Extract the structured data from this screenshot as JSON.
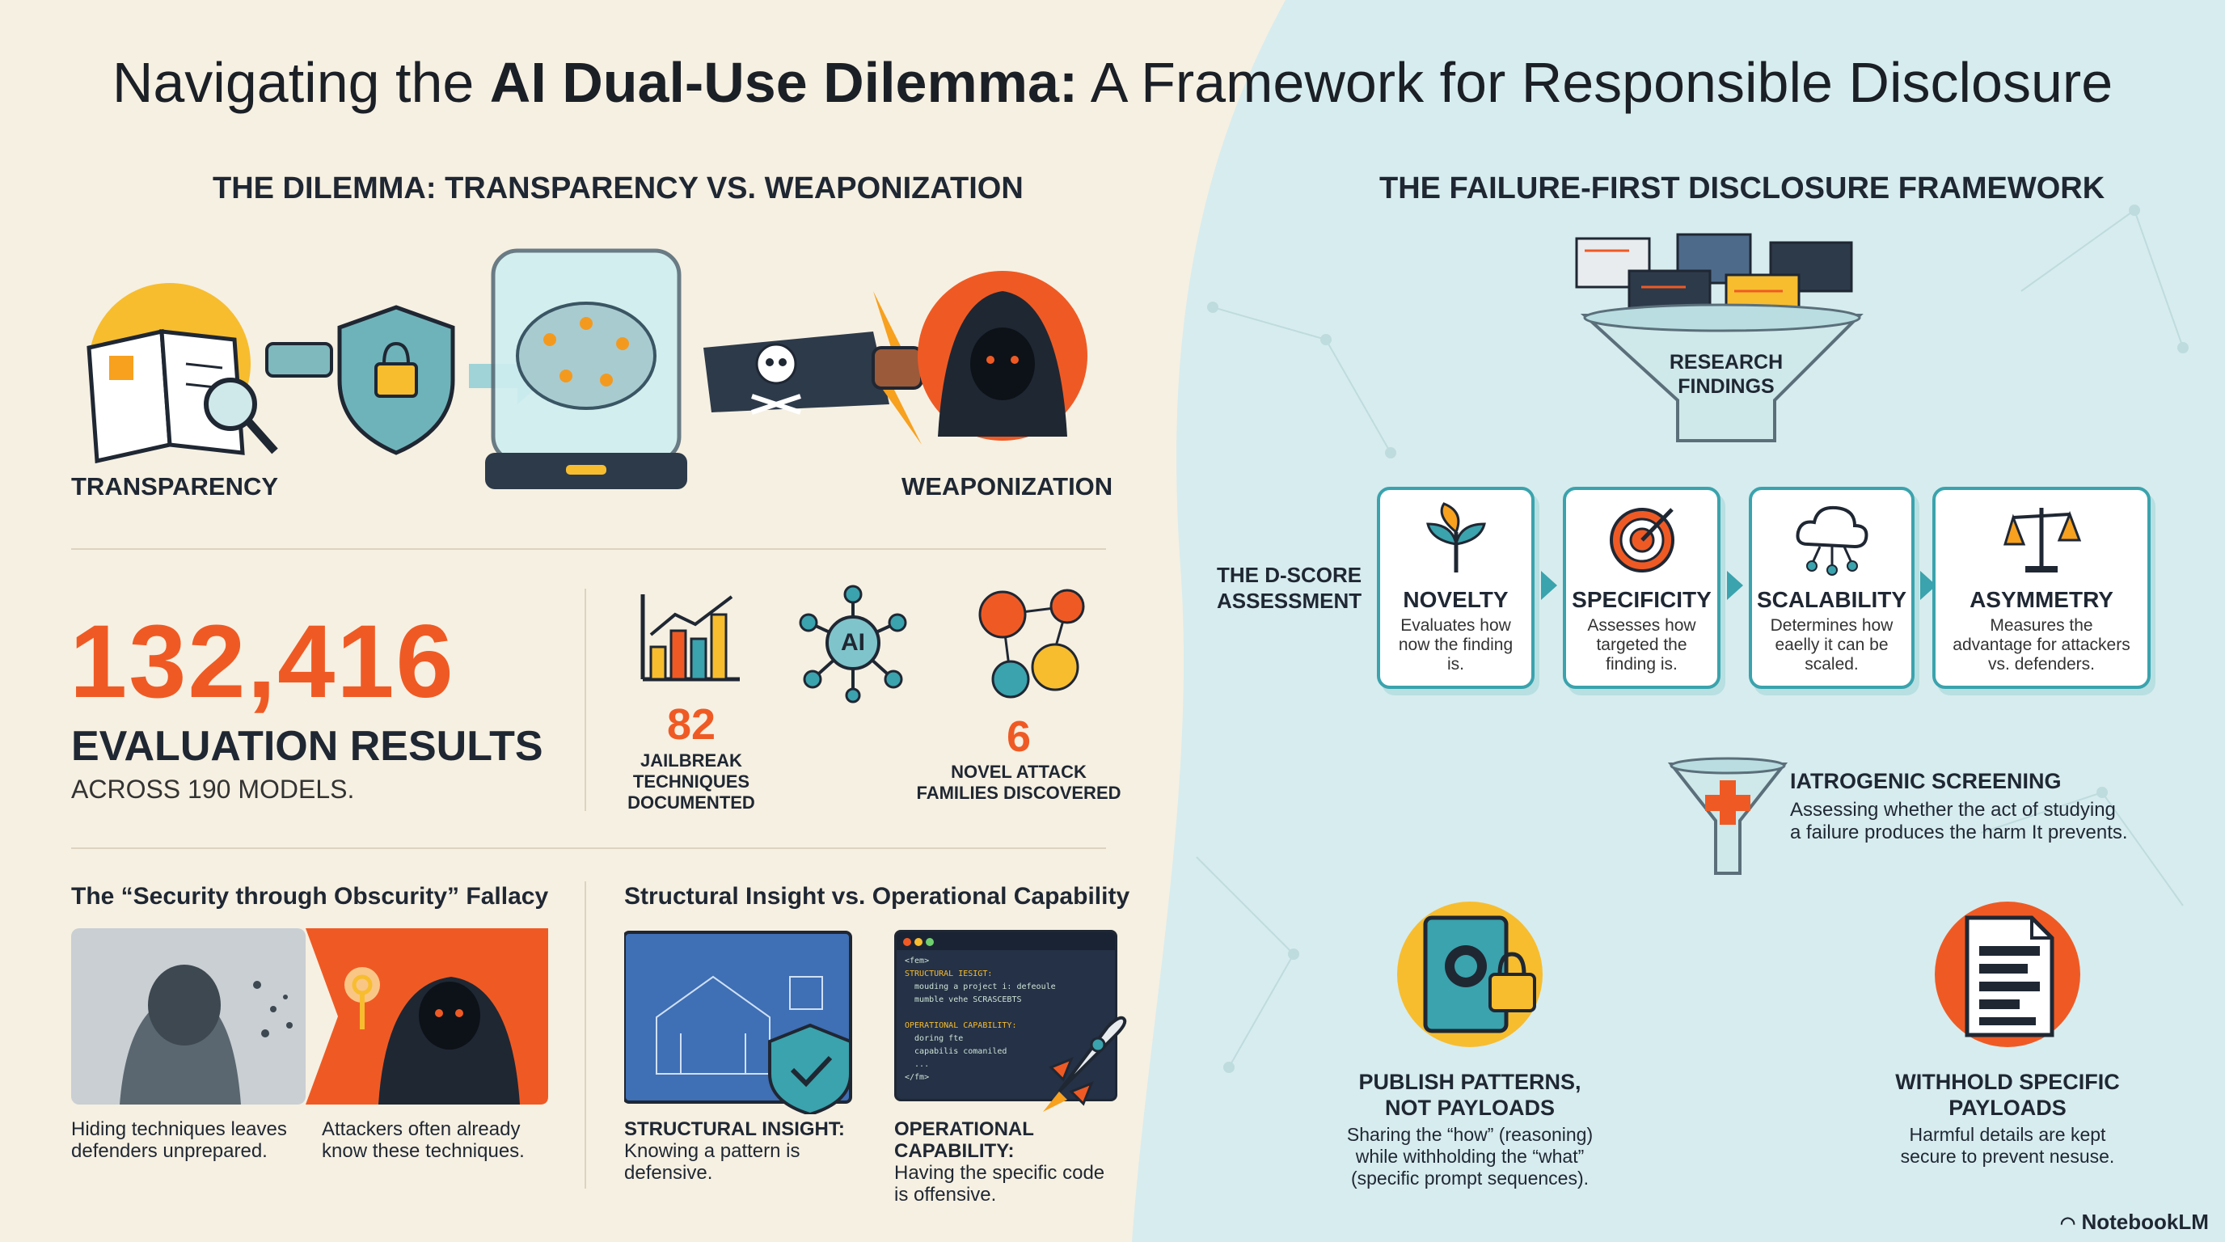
{
  "title": {
    "pre": "Navigating the ",
    "bold": "AI Dual-Use Dilemma:",
    "post": " A Framework for Responsible Disclosure"
  },
  "left": {
    "heading": "THE DILEMMA: TRANSPARENCY VS. WEAPONIZATION",
    "transparency_label": "TRANSPARENCY",
    "weaponization_label": "WEAPONIZATION",
    "big_number": "132,416",
    "big_sub": "EVALUATION RESULTS",
    "big_small": "ACROSS 190 MODELS.",
    "ai_chip": "AI",
    "stat1": {
      "value": "82",
      "caption1": "JAILBREAK",
      "caption2": "TECHNIQUES",
      "caption3": "DOCUMENTED"
    },
    "stat2": {
      "value": "6",
      "caption1": "NOVEL ATTACK",
      "caption2": "FAMILIES DISCOVERED"
    },
    "fallacy": {
      "heading": "The “Security through Obscurity” Fallacy",
      "cap_left_1": "Hiding techniques leaves",
      "cap_left_2": "defenders unprepared.",
      "cap_right_1": "Attackers often already",
      "cap_right_2": "know these techniques."
    },
    "structural": {
      "heading": "Structural Insight vs. Operational Capability",
      "cap_left_1": "STRUCTURAL INSIGHT:",
      "cap_left_2": "Knowing a pattern is",
      "cap_left_3": "defensive.",
      "cap_right_1": "OPERATIONAL CAPABILITY:",
      "cap_right_2": "Having the specific code",
      "cap_right_3": "is offensive.",
      "code_lines": [
        "<fem>",
        "STRUCTURAL IESIGT:",
        "  mouding a project i: defeoule",
        "  mumble vehe SCRASCEBTS",
        "",
        "OPERATIONAL CAPABILITY:",
        "  doring fte",
        "  capabilis comaniled",
        "  ...",
        "</fm>"
      ]
    }
  },
  "right": {
    "heading": "THE FAILURE-FIRST DISCLOSURE FRAMEWORK",
    "funnel_1": "RESEARCH",
    "funnel_2": "FINDINGS",
    "dscore_1": "THE D-SCORE",
    "dscore_2": "ASSESSMENT",
    "cards": [
      {
        "title": "NOVELTY",
        "d1": "Evaluates how",
        "d2": "now the finding",
        "d3": "is."
      },
      {
        "title": "SPECIFICITY",
        "d1": "Assesses how",
        "d2": "targeted the",
        "d3": "finding is."
      },
      {
        "title": "SCALABILITY",
        "d1": "Determines how",
        "d2": "eaelly it can be",
        "d3": "scaled."
      },
      {
        "title": "ASYMMETRY",
        "d1": "Measures the",
        "d2": "advantage for attackers",
        "d3": "vs. defenders."
      }
    ],
    "iatro_title": "IATROGENIC SCREENING",
    "iatro_1": "Assessing whether the act of studying",
    "iatro_2": "a failure produces the harm It prevents.",
    "publish": {
      "t1": "PUBLISH PATTERNS,",
      "t2": "NOT PAYLOADS",
      "d1": "Sharing the “how” (reasoning)",
      "d2": "while withholding the “what”",
      "d3": "(specific prompt sequences)."
    },
    "withhold": {
      "t1": "WITHHOLD SPECIFIC",
      "t2": "PAYLOADS",
      "d1": "Harmful details are kept",
      "d2": "secure to prevent nesuse."
    }
  },
  "brand": "NotebookLM",
  "colors": {
    "accent_orange": "#ef5a24",
    "teal": "#3aa3ad",
    "navy": "#1f2733",
    "cream": "#f6f0e2",
    "light_blue": "#d7ecee"
  }
}
